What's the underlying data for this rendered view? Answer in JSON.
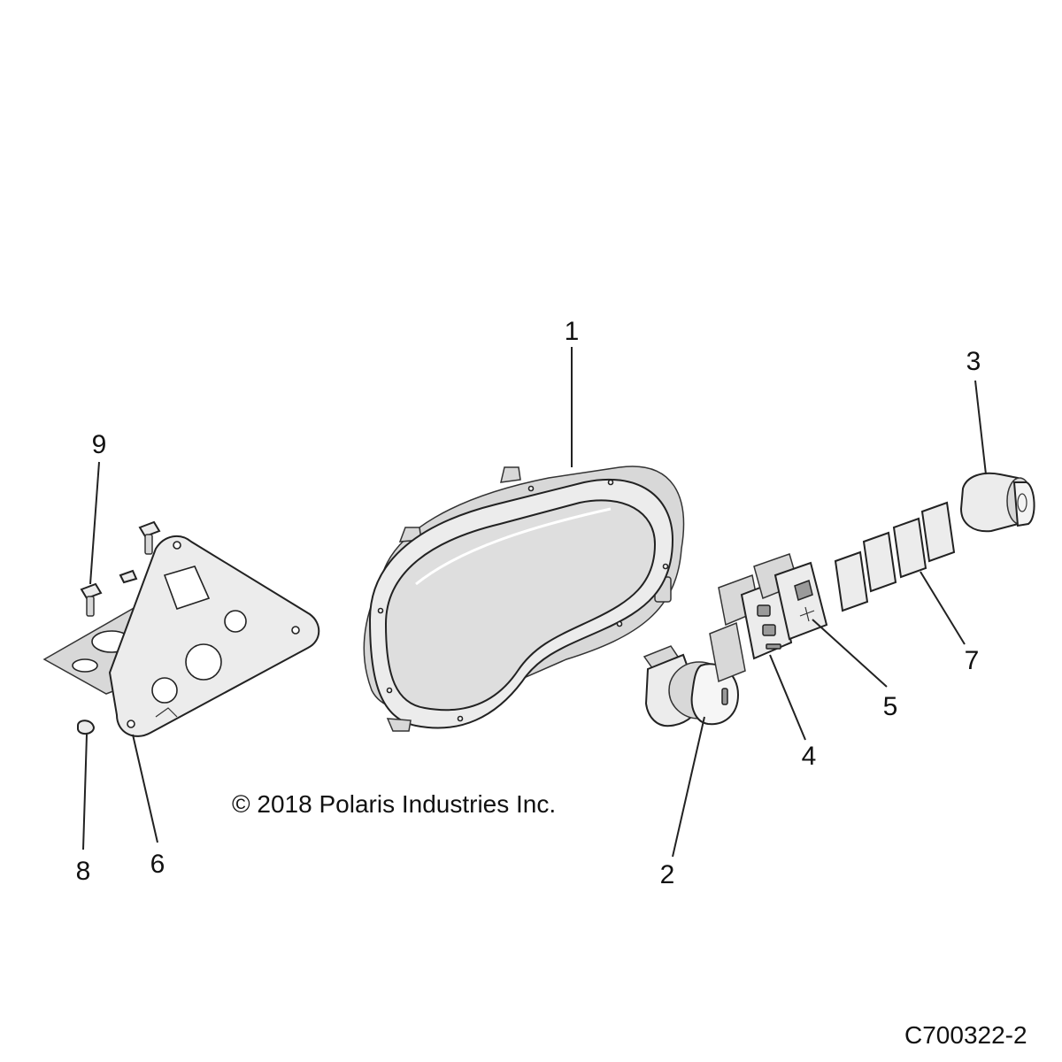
{
  "copyright": "© 2018 Polaris Industries Inc.",
  "drawing_id": "C700322-2",
  "callouts": [
    "1",
    "2",
    "3",
    "4",
    "5",
    "6",
    "7",
    "8",
    "9"
  ]
}
